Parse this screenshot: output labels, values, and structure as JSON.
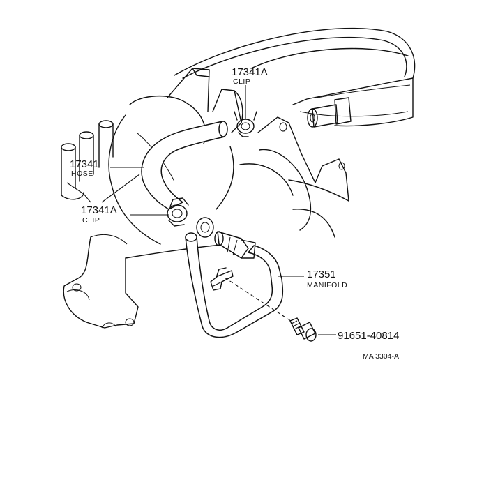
{
  "parts": {
    "clip_top": {
      "number": "17341A",
      "name": "CLIP"
    },
    "hose": {
      "number": "17341",
      "name": "HOSE"
    },
    "clip_left": {
      "number": "17341A",
      "name": "CLIP"
    },
    "manifold": {
      "number": "17351",
      "name": "MANIFOLD"
    },
    "bolt": {
      "number": "91651-40814"
    }
  },
  "drawing_reference": "MA 3304-A"
}
